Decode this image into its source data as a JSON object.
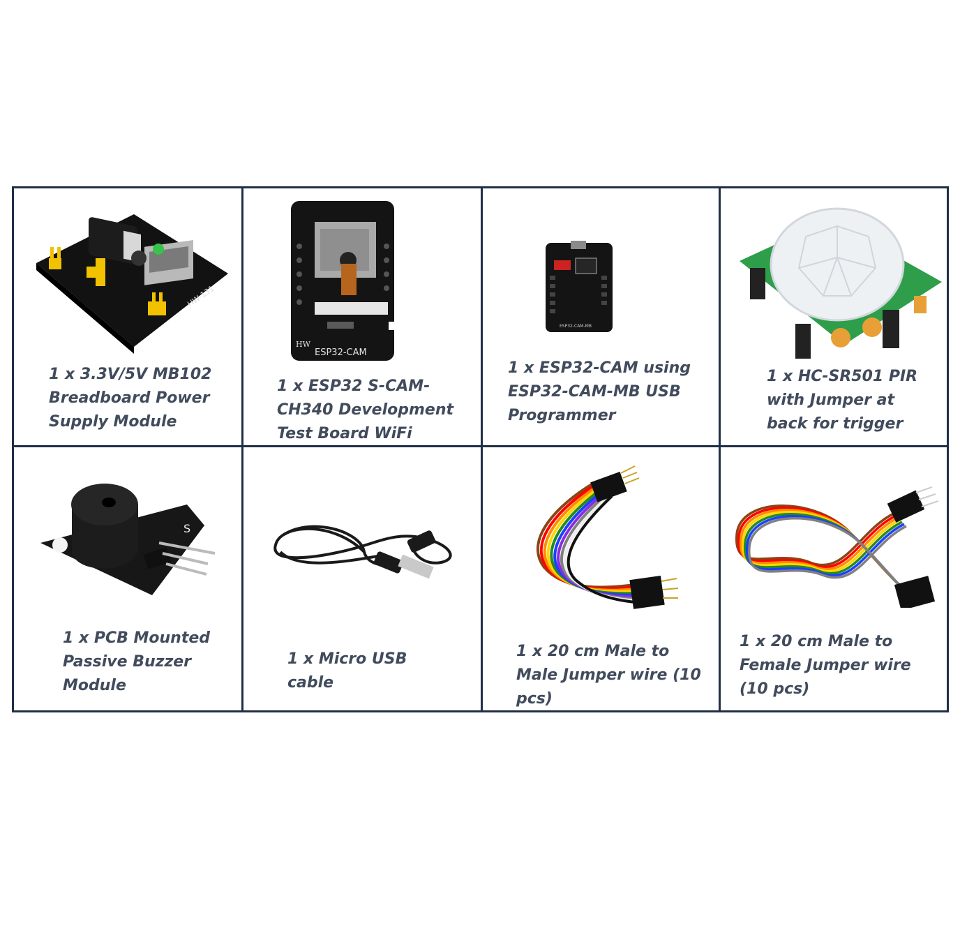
{
  "items": [
    {
      "caption": "1 x 3.3V/5V MB102\nBreadboard Power\nSupply Module",
      "icon": "breadboard-power-supply-image",
      "board_label": "HW-131"
    },
    {
      "caption": "1 x ESP32 S-CAM-\nCH340 Development\nTest Board WiFi",
      "icon": "esp32-cam-board-image",
      "board_label": "ESP32-CAM",
      "board_mark": "HW"
    },
    {
      "caption": "1 x ESP32-CAM  using\nESP32-CAM-MB USB\nProgrammer",
      "icon": "esp32-cam-mb-programmer-image",
      "board_label": "ESP32-CAM-MB"
    },
    {
      "caption": "1 x HC-SR501 PIR\nwith Jumper at\nback for trigger",
      "icon": "pir-sensor-image"
    },
    {
      "caption": "1 x PCB Mounted\nPassive Buzzer\nModule",
      "icon": "buzzer-module-image",
      "board_label": "S"
    },
    {
      "caption": "1 x Micro USB\ncable",
      "icon": "micro-usb-cable-image"
    },
    {
      "caption": "1 x 20 cm Male to\nMale Jumper wire (10\npcs)",
      "icon": "male-male-jumper-wires-image"
    },
    {
      "caption": "1 x 20 cm Male to\nFemale Jumper wire\n(10 pcs)",
      "icon": "male-female-jumper-wires-image"
    }
  ],
  "colors": {
    "grid_border": "#1f2f46",
    "caption_text": "#414b5c",
    "pcb": "#111111",
    "pir_pcb": "#2e9e4a"
  }
}
